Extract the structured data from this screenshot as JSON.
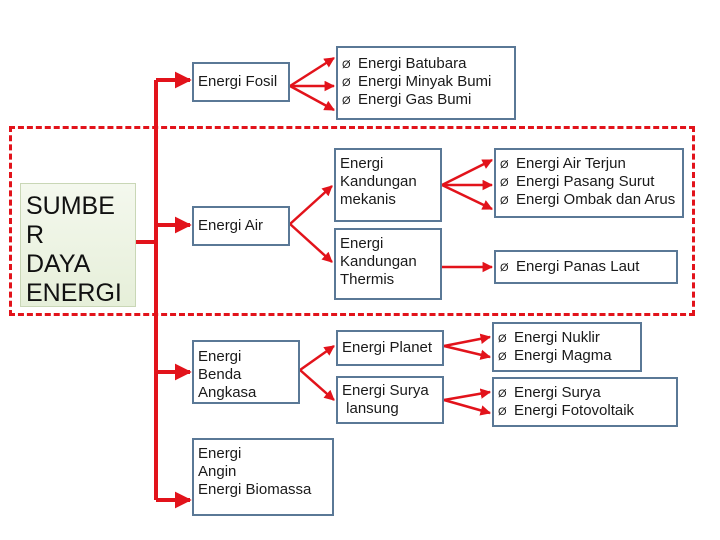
{
  "root": {
    "lines": [
      "SUMBE",
      "R",
      "DAYA",
      "ENERGI"
    ]
  },
  "fosil": {
    "label": "Energi Fosil",
    "items": [
      "Energi  Batubara",
      "Energi  Minyak Bumi",
      "Energi  Gas Bumi"
    ]
  },
  "air": {
    "label": "Energi Air",
    "mekanis": {
      "lines": [
        "Energi",
        "Kandungan",
        "mekanis"
      ]
    },
    "mekanis_items": [
      "Energi Air Terjun",
      "Energi Pasang Surut",
      "Energi Ombak dan Arus"
    ],
    "thermis": {
      "lines": [
        "Energi",
        "Kandungan",
        "Thermis"
      ]
    },
    "thermis_items": [
      "Energi Panas Laut"
    ]
  },
  "angkasa": {
    "lines": [
      "Energi",
      "Benda",
      "Angkasa"
    ],
    "planet": {
      "label": "Energi Planet"
    },
    "planet_items": [
      "Energi  Nuklir",
      "Energi Magma"
    ],
    "surya": {
      "lines": [
        "Energi Surya",
        " lansung"
      ]
    },
    "surya_items": [
      "Energi  Surya",
      "Energi  Fotovoltaik"
    ]
  },
  "angin": {
    "lines": [
      "Energi",
      "Angin"
    ]
  },
  "biomassa": {
    "label": "Energi Biomassa"
  },
  "bullet": "Ø",
  "colors": {
    "arrow": "#e2131b",
    "box_border": "#5a7896",
    "main_fill": "#e9f1df"
  }
}
